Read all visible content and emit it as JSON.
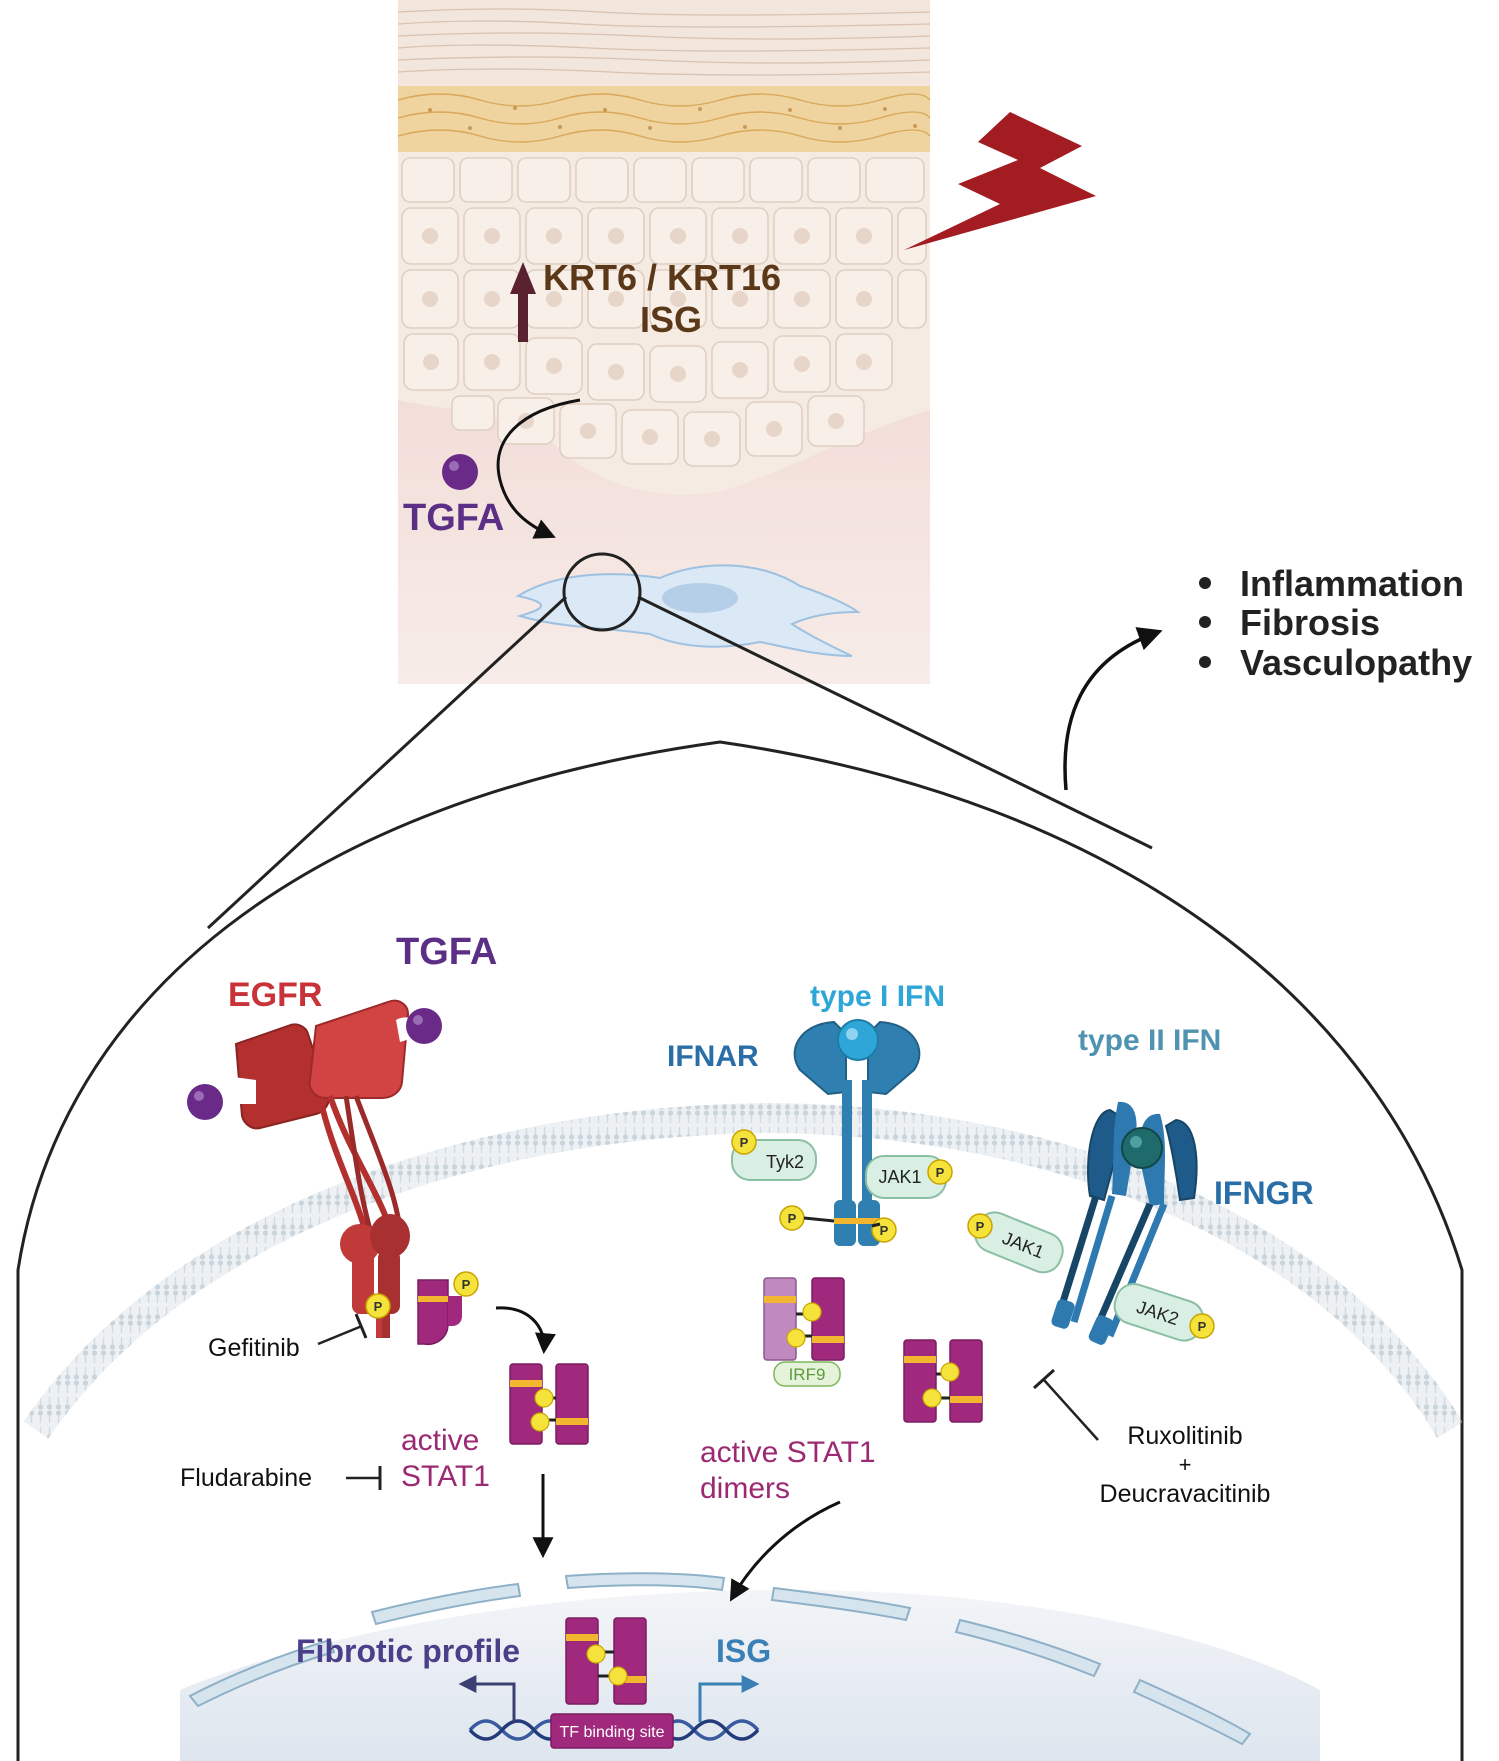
{
  "skin": {
    "marker_label_1": "KRT6 / KRT16",
    "marker_label_2": "ISG",
    "ligand_label": "TGFA"
  },
  "outcomes": {
    "items": [
      "Inflammation",
      "Fibrosis",
      "Vasculopathy"
    ]
  },
  "cell": {
    "egfr_label": "EGFR",
    "tgfa_label": "TGFA",
    "type1_ifn_label": "type I IFN",
    "ifnar_label": "IFNAR",
    "type2_ifn_label": "type II IFN",
    "ifngr_label": "IFNGR",
    "tyk2_label": "Tyk2",
    "jak1_label": "JAK1",
    "jak1b_label": "JAK1",
    "jak2_label": "JAK2",
    "irf9_label": "IRF9",
    "phospho_label": "P",
    "active_stat1_1": "active",
    "active_stat1_2": "STAT1",
    "active_dimers_1": "active STAT1",
    "active_dimers_2": "dimers",
    "drug_gefitinib": "Gefitinib",
    "drug_fludarabine": "Fludarabine",
    "drug_ruxolitinib": "Ruxolitinib",
    "drug_plus": "+",
    "drug_deucravacitinib": "Deucravacitinib"
  },
  "nucleus": {
    "fibrotic_label": "Fibrotic profile",
    "isg_label": "ISG",
    "tf_site_label": "TF binding site"
  },
  "colors": {
    "egfr": "#c8333a",
    "tgfa": "#6a2a88",
    "ifnar": "#2f7fb0",
    "ifn_type1": "#2fa6d8",
    "ifngr": "#1f5b8a",
    "ifn_type2": "#1f6b6b",
    "stat1": "#a0287d",
    "stat_bar": "#f2b630",
    "phospho": "#f5e23a",
    "drug_line": "#222222",
    "lightning": "#a31c22",
    "krt_arrow": "#5a2230",
    "krt_text": "#5b3818"
  }
}
